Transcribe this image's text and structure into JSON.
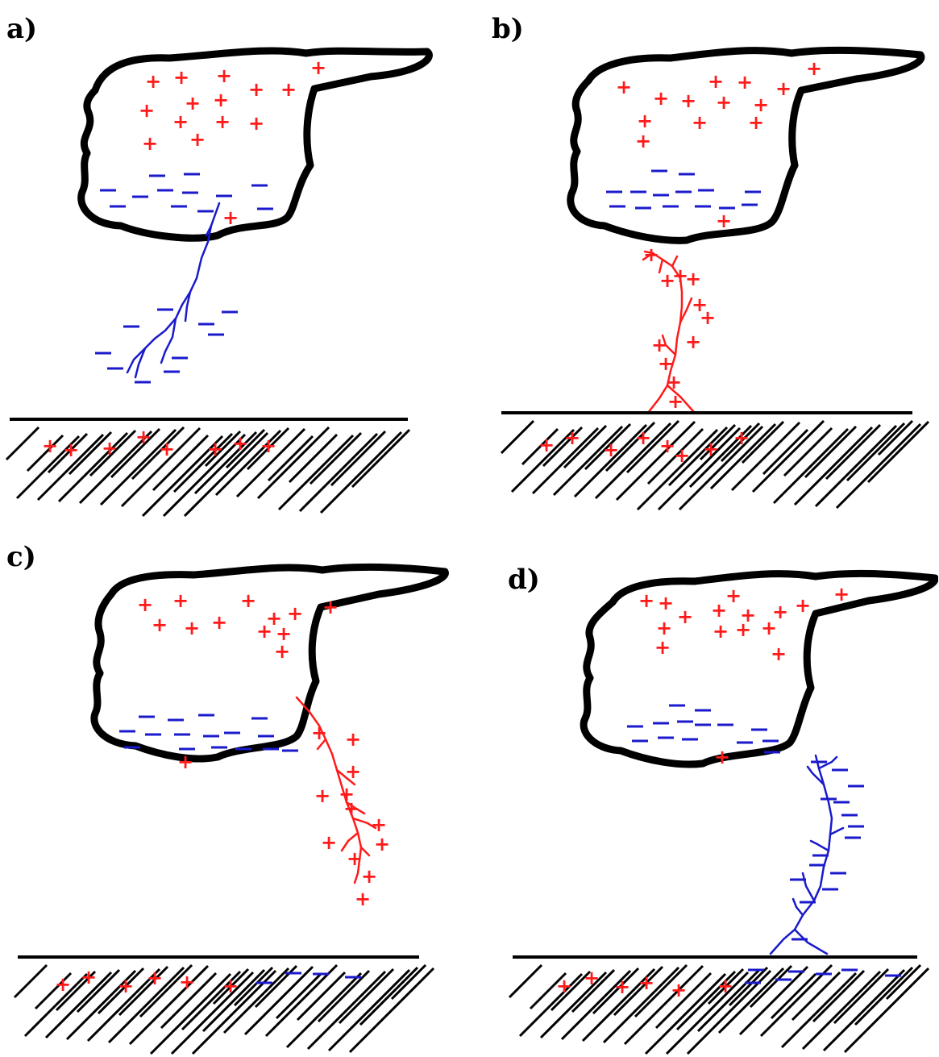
{
  "colors": {
    "positive": "#ff1a1a",
    "negative": "#1a1acc",
    "outline": "#000000"
  },
  "symbols": {
    "positive": "+",
    "negative": "−"
  },
  "panels": [
    {
      "label": "a)",
      "leader_polarity": "negative",
      "leader_direction": "downward"
    },
    {
      "label": "b)",
      "leader_polarity": "positive",
      "leader_direction": "upward"
    },
    {
      "label": "c)",
      "leader_polarity": "positive",
      "leader_direction": "downward"
    },
    {
      "label": "d)",
      "leader_polarity": "negative",
      "leader_direction": "upward"
    }
  ]
}
